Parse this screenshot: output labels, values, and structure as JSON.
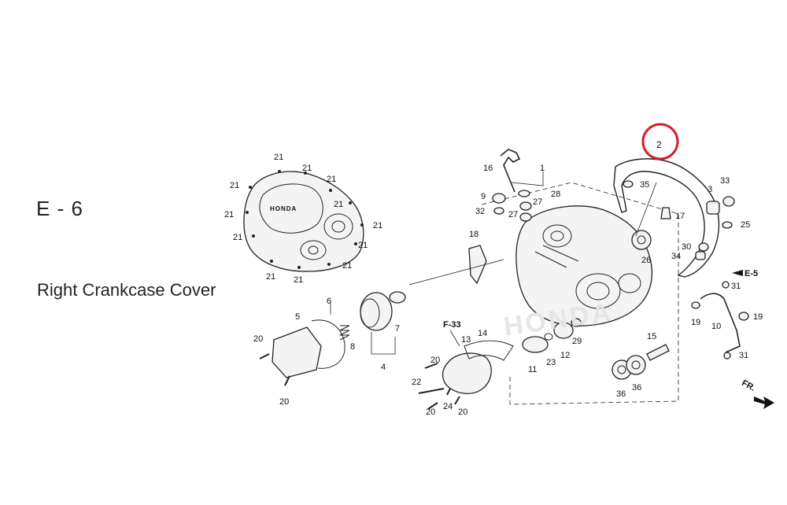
{
  "section": {
    "code": "E - 6",
    "title": "Right Crankcase Cover"
  },
  "highlight": {
    "label": "2",
    "color": "#d0202a"
  },
  "refs": {
    "e5": "E-5",
    "f33": "F-33"
  },
  "direction": {
    "label": "FR."
  },
  "logo": {
    "text": "HONDA"
  },
  "callouts": [
    {
      "id": "c21a",
      "label": "21"
    },
    {
      "id": "c21b",
      "label": "21"
    },
    {
      "id": "c21c",
      "label": "21"
    },
    {
      "id": "c21d",
      "label": "21"
    },
    {
      "id": "c21e",
      "label": "21"
    },
    {
      "id": "c21f",
      "label": "21"
    },
    {
      "id": "c21g",
      "label": "21"
    },
    {
      "id": "c21h",
      "label": "21"
    },
    {
      "id": "c21i",
      "label": "21"
    },
    {
      "id": "c21j",
      "label": "21"
    },
    {
      "id": "c21k",
      "label": "21"
    },
    {
      "id": "c21l",
      "label": "21"
    },
    {
      "id": "c16",
      "label": "16"
    },
    {
      "id": "c1",
      "label": "1"
    },
    {
      "id": "c9",
      "label": "9"
    },
    {
      "id": "c28",
      "label": "28"
    },
    {
      "id": "c27a",
      "label": "27"
    },
    {
      "id": "c27b",
      "label": "27"
    },
    {
      "id": "c32",
      "label": "32"
    },
    {
      "id": "c18",
      "label": "18"
    },
    {
      "id": "c35",
      "label": "35"
    },
    {
      "id": "c3",
      "label": "3"
    },
    {
      "id": "c33",
      "label": "33"
    },
    {
      "id": "c17",
      "label": "17"
    },
    {
      "id": "c25",
      "label": "25"
    },
    {
      "id": "c26",
      "label": "26"
    },
    {
      "id": "c30",
      "label": "30"
    },
    {
      "id": "c34",
      "label": "34"
    },
    {
      "id": "c31a",
      "label": "31"
    },
    {
      "id": "c19a",
      "label": "19"
    },
    {
      "id": "c10",
      "label": "10"
    },
    {
      "id": "c19b",
      "label": "19"
    },
    {
      "id": "c31b",
      "label": "31"
    },
    {
      "id": "c6",
      "label": "6"
    },
    {
      "id": "c5",
      "label": "5"
    },
    {
      "id": "c8",
      "label": "8"
    },
    {
      "id": "c7",
      "label": "7"
    },
    {
      "id": "c4",
      "label": "4"
    },
    {
      "id": "c20a",
      "label": "20"
    },
    {
      "id": "c20b",
      "label": "20"
    },
    {
      "id": "c14",
      "label": "14"
    },
    {
      "id": "c13",
      "label": "13"
    },
    {
      "id": "c20c",
      "label": "20"
    },
    {
      "id": "c22",
      "label": "22"
    },
    {
      "id": "c20d",
      "label": "20"
    },
    {
      "id": "c24",
      "label": "24"
    },
    {
      "id": "c20e",
      "label": "20"
    },
    {
      "id": "c11",
      "label": "11"
    },
    {
      "id": "c23",
      "label": "23"
    },
    {
      "id": "c12",
      "label": "12"
    },
    {
      "id": "c29",
      "label": "29"
    },
    {
      "id": "c15",
      "label": "15"
    },
    {
      "id": "c36a",
      "label": "36"
    },
    {
      "id": "c36b",
      "label": "36"
    }
  ]
}
